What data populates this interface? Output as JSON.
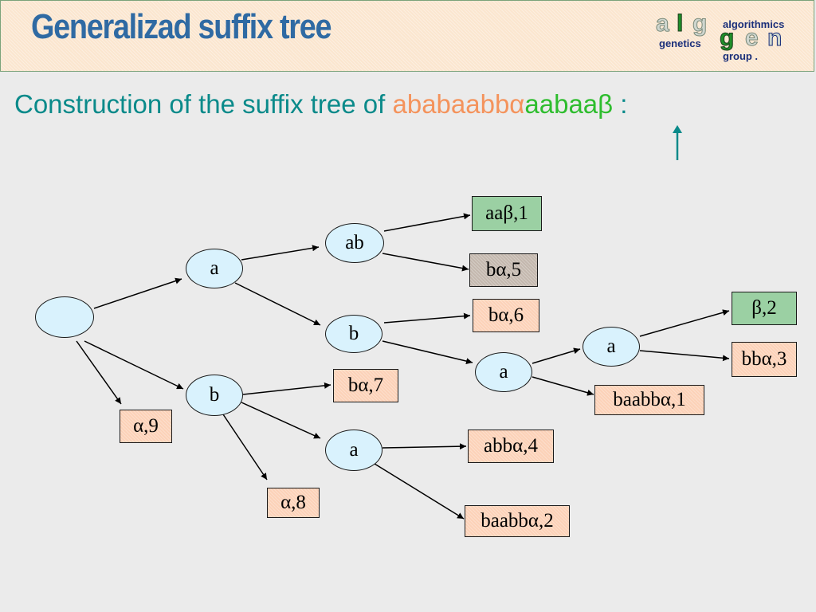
{
  "header": {
    "title": "Generalizad suffix tree",
    "logo": {
      "big_letters_top": [
        "a",
        "l",
        "g"
      ],
      "big_letters_bottom": [
        "g",
        "e",
        "n"
      ],
      "word_algorithmics": "algorithmics",
      "word_genetics": "genetics",
      "word_group": "group ."
    }
  },
  "subtitle": {
    "prefix": "Construction of the suffix tree of ",
    "string1": "ababaabbα",
    "string2": "aabaaβ",
    "suffix": " :"
  },
  "colors": {
    "title": "#2f6aa3",
    "subtitle": "#0a8a8a",
    "string1": "#f4935c",
    "string2": "#2ebd2e",
    "node_fill": "#d9f2fd",
    "leaf_peach": "#fcd2b8",
    "leaf_green": "#9bd0a3",
    "leaf_gray": "#c4b8ae"
  },
  "tree": {
    "internal_nodes": [
      {
        "id": "root",
        "label": ""
      },
      {
        "id": "a",
        "label": "a"
      },
      {
        "id": "b",
        "label": "b"
      },
      {
        "id": "ab",
        "label": "ab"
      },
      {
        "id": "ab_b",
        "label": "b"
      },
      {
        "id": "bba",
        "label": "a"
      },
      {
        "id": "bbaa",
        "label": "a"
      },
      {
        "id": "ba",
        "label": "a"
      }
    ],
    "leaves": [
      {
        "id": "l_aab1",
        "label": "aaβ,1",
        "color": "green"
      },
      {
        "id": "l_ba5",
        "label": "bα,5",
        "color": "gray"
      },
      {
        "id": "l_ba6",
        "label": "bα,6",
        "color": "peach"
      },
      {
        "id": "l_b2",
        "label": "β,2",
        "color": "green"
      },
      {
        "id": "l_bba3",
        "label": "bbα,3",
        "color": "peach"
      },
      {
        "id": "l_baabba1",
        "label": "baabbα,1",
        "color": "peach"
      },
      {
        "id": "l_ba7",
        "label": "bα,7",
        "color": "peach"
      },
      {
        "id": "l_a9",
        "label": "α,9",
        "color": "peach"
      },
      {
        "id": "l_abba4",
        "label": "abbα,4",
        "color": "peach"
      },
      {
        "id": "l_a8",
        "label": "α,8",
        "color": "peach"
      },
      {
        "id": "l_baabba2",
        "label": "baabbα,2",
        "color": "peach"
      }
    ]
  }
}
